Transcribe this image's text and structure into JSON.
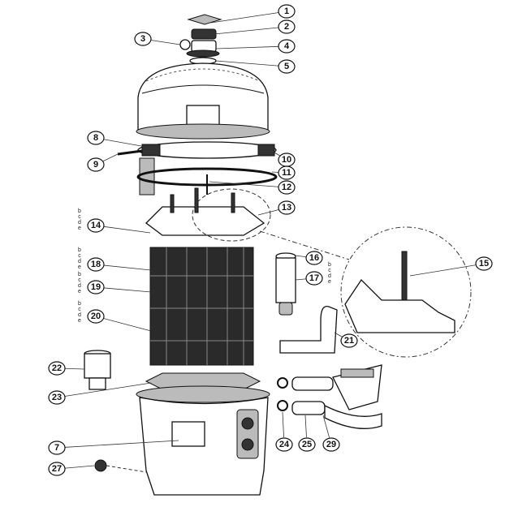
{
  "diagram": {
    "type": "exploded parts diagram",
    "callouts": [
      "1",
      "2",
      "3",
      "4",
      "5",
      "8",
      "9",
      "10",
      "11",
      "12",
      "13",
      "14",
      "15",
      "16",
      "17",
      "18",
      "19",
      "20",
      "21",
      "22",
      "23",
      "7",
      "24",
      "25",
      "29",
      "27"
    ],
    "variant_letters": [
      "b",
      "c",
      "d",
      "e"
    ]
  }
}
